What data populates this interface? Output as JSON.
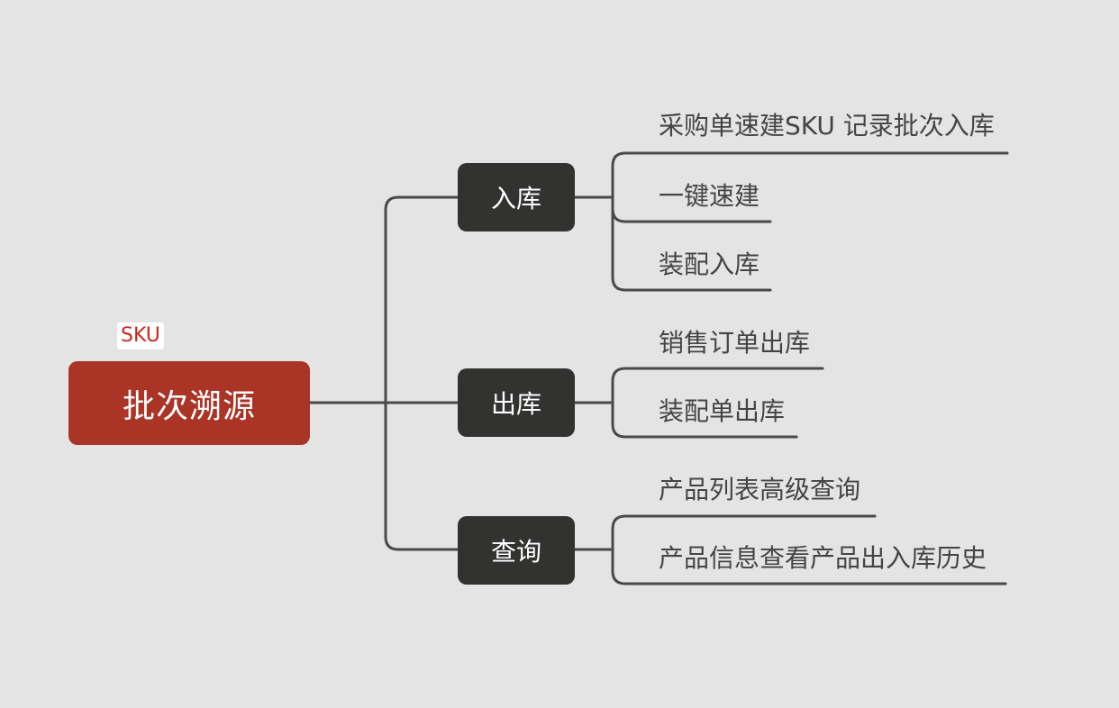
{
  "root": {
    "label": "批次溯源",
    "tag": "SKU"
  },
  "branches": [
    {
      "label": "入库",
      "leaves": [
        "采购单速建SKU 记录批次入库",
        "一键速建",
        "装配入库"
      ]
    },
    {
      "label": "出库",
      "leaves": [
        "销售订单出库",
        "装配单出库"
      ]
    },
    {
      "label": "查询",
      "leaves": [
        "产品列表高级查询",
        "产品信息查看产品出入库历史"
      ]
    }
  ],
  "colors": {
    "background": "#e4e4e4",
    "root": "#aa3426",
    "branch": "#323230",
    "connector": "#4a4a4a",
    "leaf_text": "#444444",
    "tag_text": "#c8281c"
  }
}
